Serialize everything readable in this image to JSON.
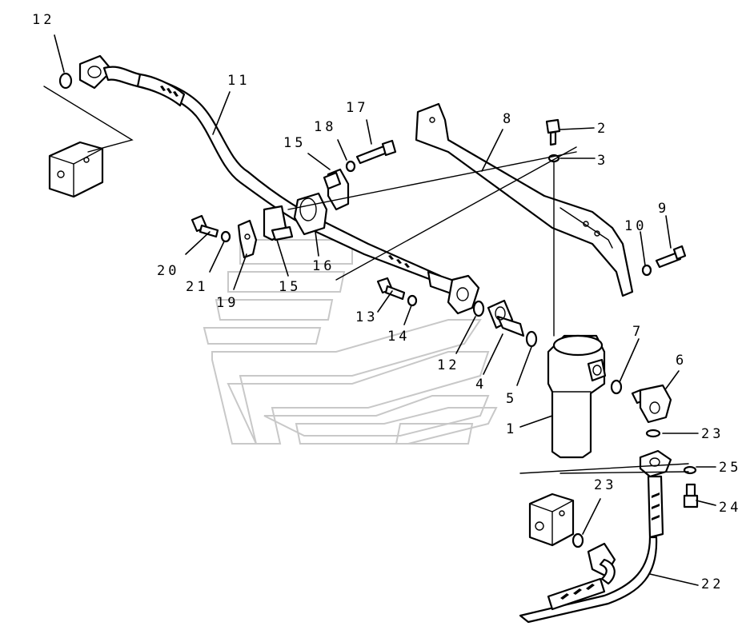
{
  "diagram": {
    "callouts": [
      {
        "id": "c12a",
        "text": "12"
      },
      {
        "id": "c11",
        "text": "11"
      },
      {
        "id": "c17",
        "text": "17"
      },
      {
        "id": "c18",
        "text": "18"
      },
      {
        "id": "c15a",
        "text": "15"
      },
      {
        "id": "c8",
        "text": "8"
      },
      {
        "id": "c2",
        "text": "2"
      },
      {
        "id": "c3",
        "text": "3"
      },
      {
        "id": "c9",
        "text": "9"
      },
      {
        "id": "c10",
        "text": "10"
      },
      {
        "id": "c20",
        "text": "20"
      },
      {
        "id": "c21",
        "text": "21"
      },
      {
        "id": "c19",
        "text": "19"
      },
      {
        "id": "c15b",
        "text": "15"
      },
      {
        "id": "c16",
        "text": "16"
      },
      {
        "id": "c13",
        "text": "13"
      },
      {
        "id": "c14",
        "text": "14"
      },
      {
        "id": "c12b",
        "text": "12"
      },
      {
        "id": "c4",
        "text": "4"
      },
      {
        "id": "c5",
        "text": "5"
      },
      {
        "id": "c7",
        "text": "7"
      },
      {
        "id": "c6",
        "text": "6"
      },
      {
        "id": "c1",
        "text": "1"
      },
      {
        "id": "c23a",
        "text": "23"
      },
      {
        "id": "c25",
        "text": "25"
      },
      {
        "id": "c24",
        "text": "24"
      },
      {
        "id": "c23b",
        "text": "23"
      },
      {
        "id": "c22",
        "text": "22"
      }
    ]
  },
  "colors": {
    "line": "#000000",
    "watermark": "#c8c8c8",
    "background": "#ffffff"
  }
}
